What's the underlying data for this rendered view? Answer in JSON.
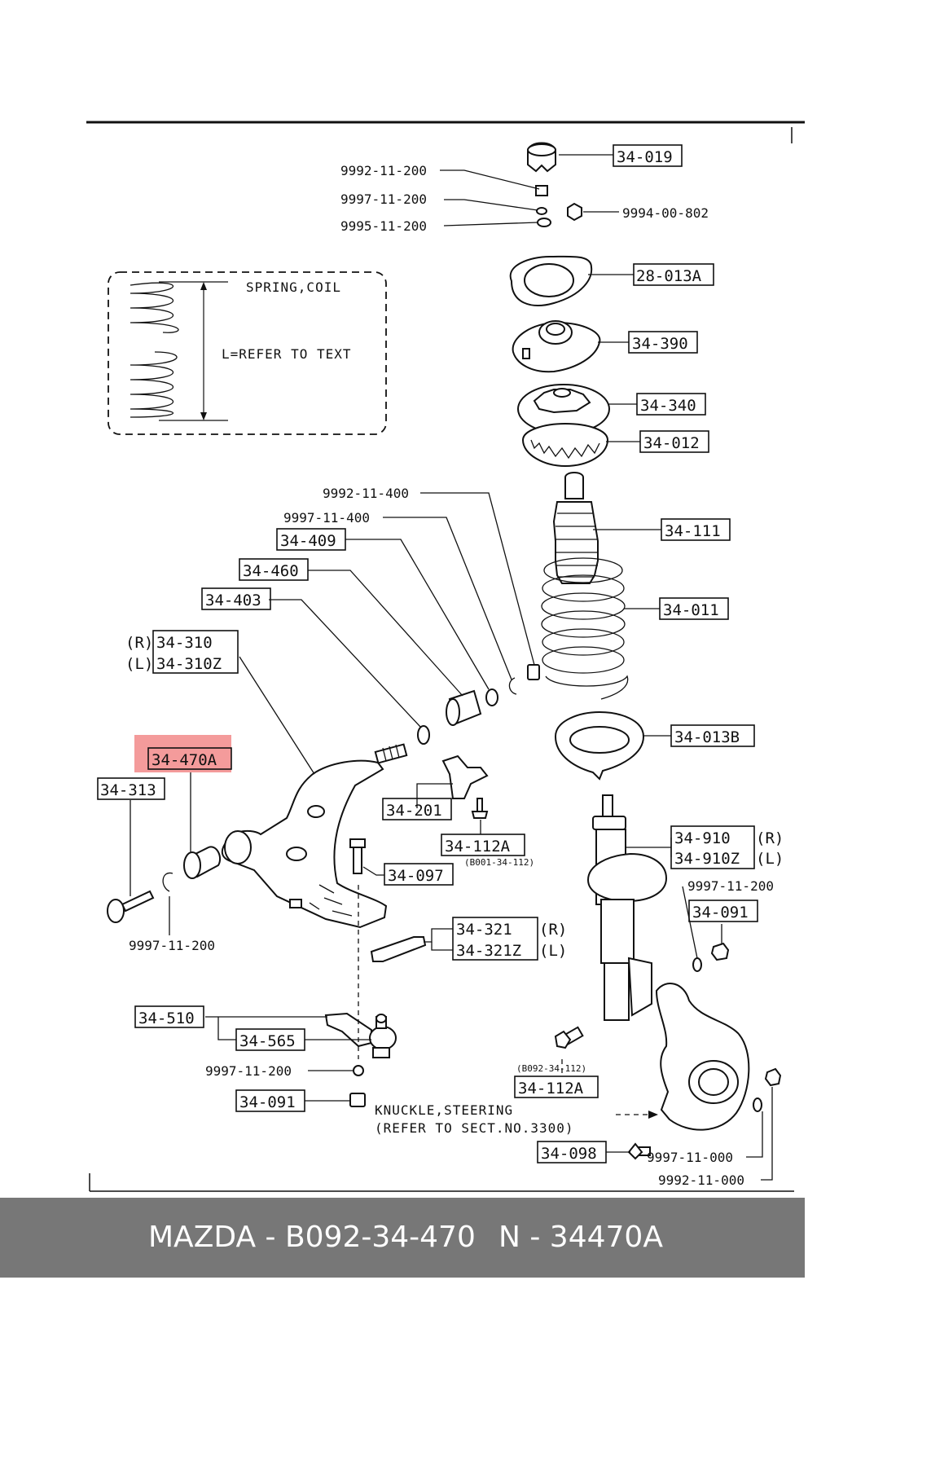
{
  "diagram": {
    "spring_note": {
      "title": "SPRING,COIL",
      "length": "L=REFER TO TEXT"
    },
    "knuckle_note": {
      "line1": "KNUCKLE,STEERING",
      "line2": "(REFER TO SECT.NO.3300)"
    },
    "highlighted_part": "34-470A",
    "labels": {
      "p34_019": "34-019",
      "p9992_11_200_top": "9992-11-200",
      "p9997_11_200_top": "9997-11-200",
      "p9995_11_200": "9995-11-200",
      "p9994_00_802": "9994-00-802",
      "p28_013A": "28-013A",
      "p34_390": "34-390",
      "p34_340": "34-340",
      "p34_012": "34-012",
      "p9992_11_400": "9992-11-400",
      "p9997_11_400": "9997-11-400",
      "p34_409": "34-409",
      "p34_460": "34-460",
      "p34_403": "34-403",
      "p34_111": "34-111",
      "p34_011": "34-011",
      "side_R": "(R)",
      "side_L": "(L)",
      "p34_310": "34-310",
      "p34_310Z": "34-310Z",
      "p34_013B": "34-013B",
      "p34_470A": "34-470A",
      "p34_313": "34-313",
      "p34_201": "34-201",
      "p34_112A_mid": "34-112A",
      "p34_112A_mid_sub": "(B001-34-112)",
      "p34_097": "34-097",
      "p9997_11_200_left": "9997-11-200",
      "p34_910": "34-910",
      "p34_910Z": "34-910Z",
      "p34_910_R": "(R)",
      "p34_910_L": "(L)",
      "p9997_11_200_right": "9997-11-200",
      "p34_091_right": "34-091",
      "p34_321": "34-321",
      "p34_321Z": "34-321Z",
      "p34_321_R": "(R)",
      "p34_321_L": "(L)",
      "p34_510": "34-510",
      "p34_565": "34-565",
      "p9997_11_200_bottom": "9997-11-200",
      "p34_091_bottom": "34-091",
      "p34_112A_bottom_sub": "(B092-34-112)",
      "p34_112A_bottom": "34-112A",
      "p34_098": "34-098",
      "p9997_11_000": "9997-11-000",
      "p9992_11_000": "9992-11-000"
    }
  },
  "footer": {
    "brand_part": "MAZDA - B092-34-470",
    "oem_code": "N - 34470A"
  },
  "colors": {
    "highlight": "#f07a7a",
    "footer_bg": "#777777",
    "footer_text": "#ffffff",
    "ink": "#111111"
  }
}
